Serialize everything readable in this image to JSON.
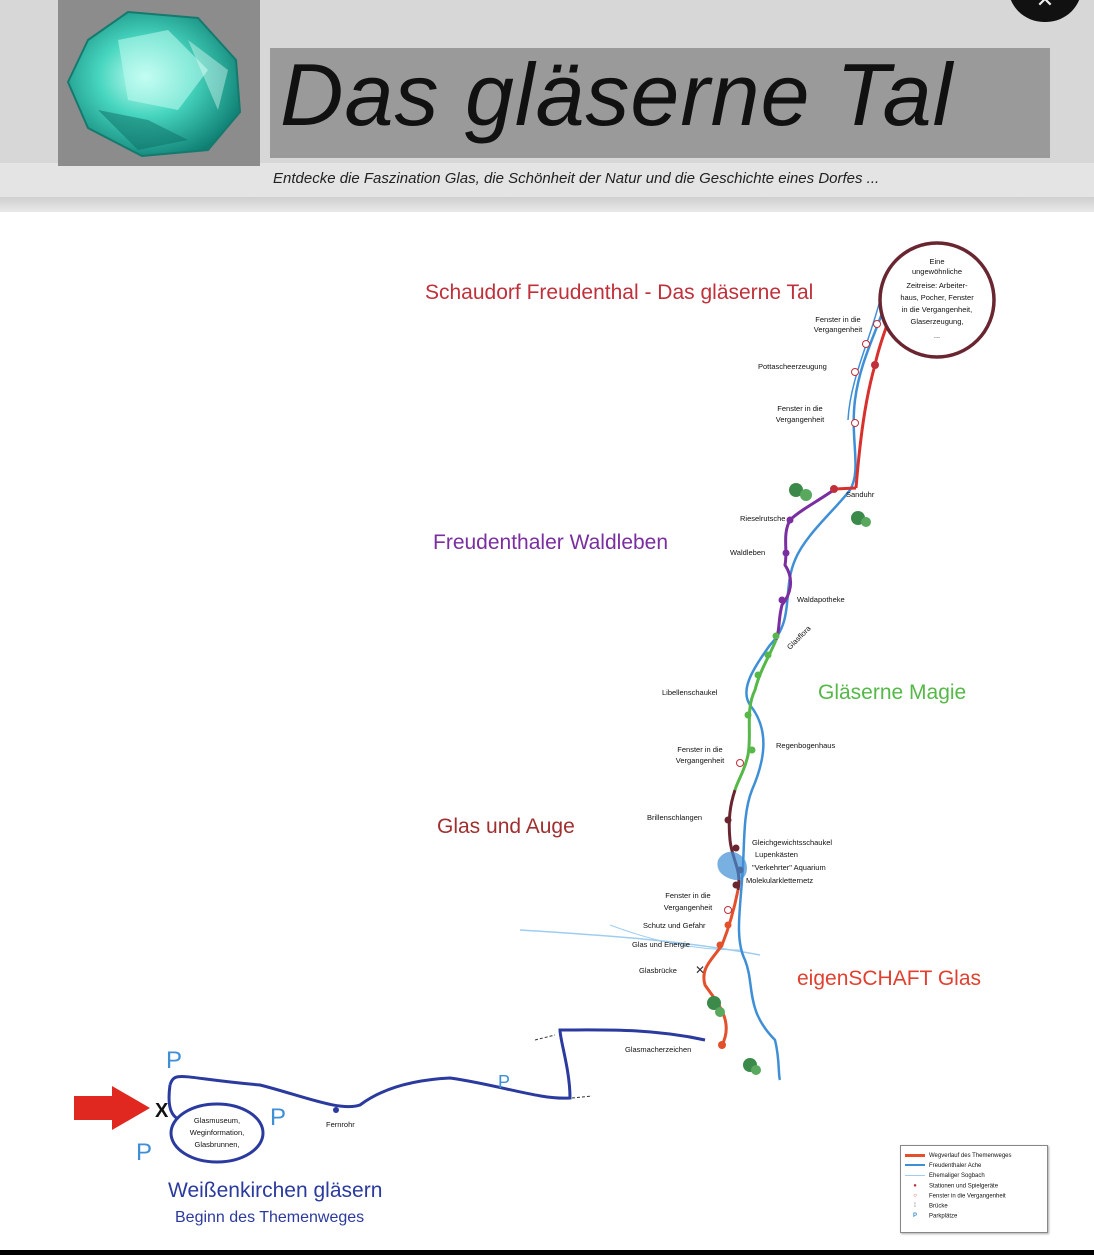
{
  "header": {
    "title": "Das gläserne Tal",
    "subtitle": "Entdecke die Faszination Glas, die Schönheit der Natur und die Geschichte eines Dorfes ...",
    "close_label": "✕"
  },
  "sections": {
    "schaudorf": "Schaudorf Freudenthal - Das gläserne Tal",
    "waldleben": "Freudenthaler Waldleben",
    "magie": "Gläserne Magie",
    "auge": "Glas und Auge",
    "eigenschaft": "eigenSCHAFT Glas",
    "weissenkirchen": "Weißenkirchen gläsern",
    "beginn": "Beginn des Themenweges"
  },
  "bubble": [
    "Eine",
    "ungewöhnliche",
    "Zeitreise: Arbeiter-",
    "haus, Pocher, Fenster",
    "in die Vergangenheit,",
    "Glaserzeugung,",
    "..."
  ],
  "start_bubble": [
    "Glasmuseum,",
    "Weginformation,",
    "Glasbrunnen,"
  ],
  "stations": {
    "fenster_1": [
      "Fenster in die",
      "Vergangenheit"
    ],
    "pottasche": "Pottascheerzeugung",
    "fenster_2": [
      "Fenster in die",
      "Vergangenheit"
    ],
    "sanduhr": "Sanduhr",
    "rieselrutsche": "Rieselrutsche",
    "waldleben": "Waldleben",
    "waldapotheke": "Waldapotheke",
    "glasflora": "Glasflora",
    "libellenschaukel": "Libellenschaukel",
    "regenbogenhaus": "Regenbogenhaus",
    "fenster_3": [
      "Fenster in die",
      "Vergangenheit"
    ],
    "brillenschlangen": "Brillenschlangen",
    "auge_group": [
      "Gleichgewichtsschaukel",
      "Lupenkästen",
      "\"Verkehrter\" Aquarium",
      "Molekularkletternetz"
    ],
    "fenster_4": [
      "Fenster in die",
      "Vergangenheit"
    ],
    "schutz": "Schutz und Gefahr",
    "energie": "Glas und Energie",
    "glasbruecke": "Glasbrücke",
    "glasmacherzeichen": "Glasmacherzeichen",
    "fernrohr": "Fernrohr"
  },
  "parking": "P",
  "start_marker": "X",
  "legend": [
    "Wegverlauf des Themenweges",
    "Freudenthaler Ache",
    "Ehemaliger Sogbach",
    "Stationen und Spielgeräte",
    "Fenster in die Vergangenheit",
    "Brücke",
    "Parkplätze"
  ],
  "colors": {
    "route_red": "#e2502c",
    "river_blue": "#3f8fd6",
    "section_red": "#c0303a",
    "purple": "#7a2ea0",
    "green": "#55b848",
    "maroon": "#6a2630",
    "navy": "#2b3a9e",
    "arrow_red": "#e02820"
  }
}
